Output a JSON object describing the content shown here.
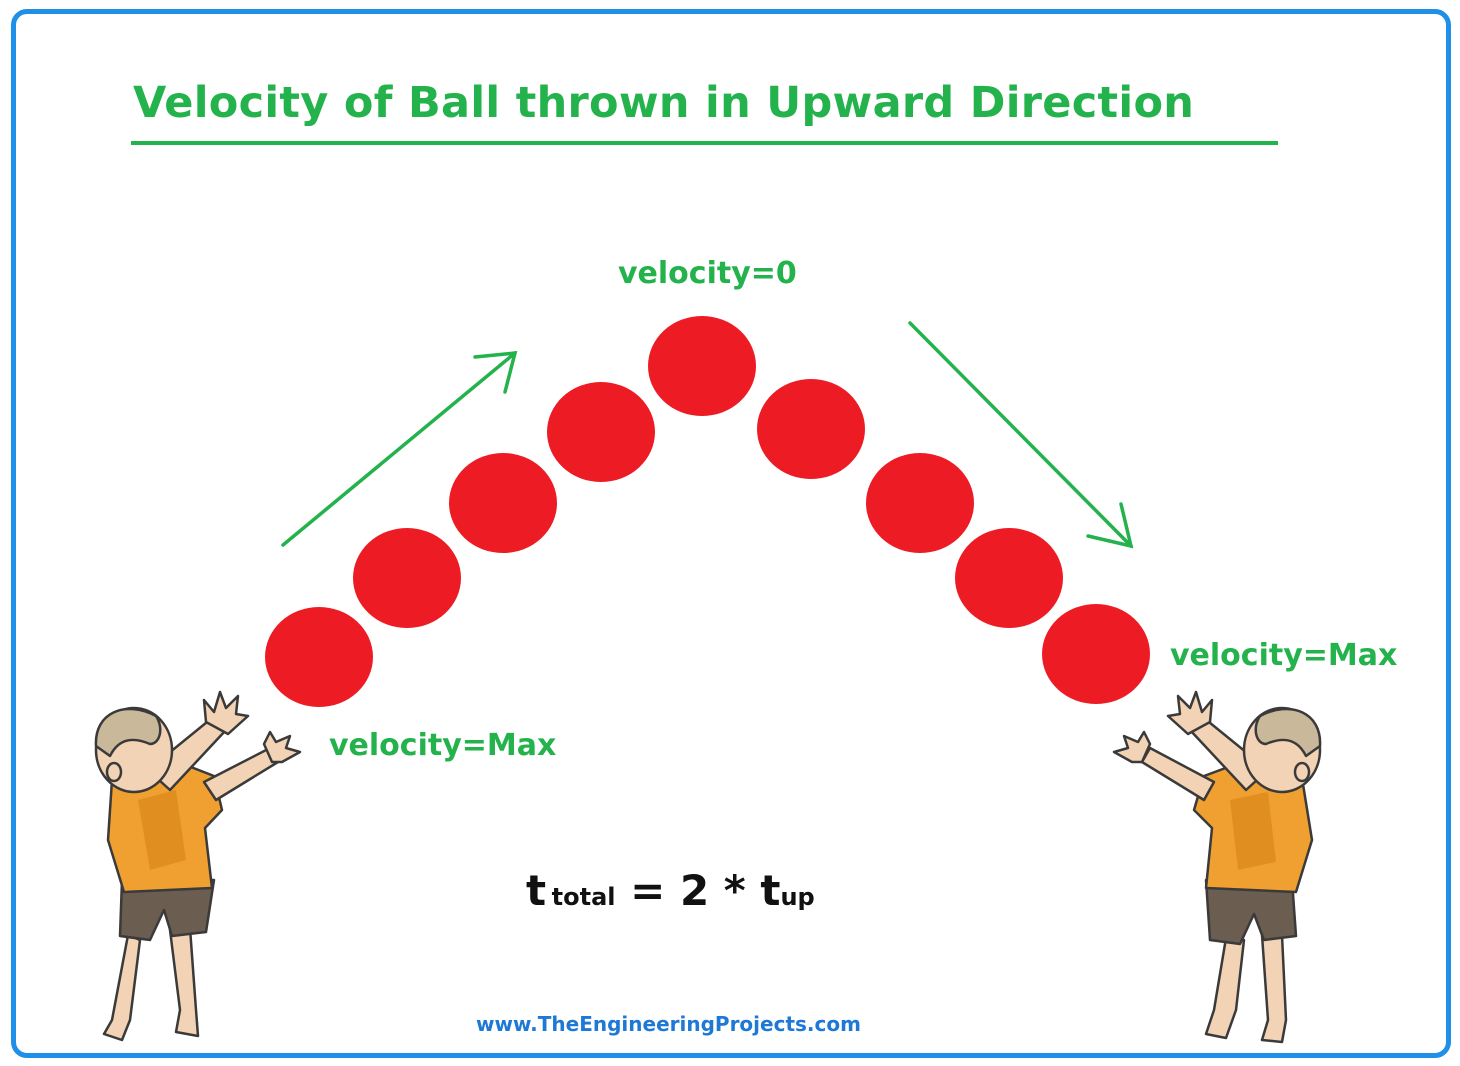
{
  "title": "Velocity of Ball thrown in Upward Direction",
  "labels": {
    "top": "velocity=0",
    "left": "velocity=Max",
    "right": "velocity=Max"
  },
  "formula": {
    "t1": "t",
    "sub1": "total",
    "eq": " = 2 * ",
    "t2": "t",
    "sub2": "up"
  },
  "website": "www.TheEngineeringProjects.com",
  "colors": {
    "ball": "#ed1c24",
    "arrow": "#23b24b",
    "title": "#23b24b",
    "frame": "#1e90e8",
    "website": "#1e78d6"
  },
  "icons": [
    "child-thrower-illustration",
    "child-catcher-illustration",
    "up-arrow-icon",
    "down-arrow-icon"
  ]
}
